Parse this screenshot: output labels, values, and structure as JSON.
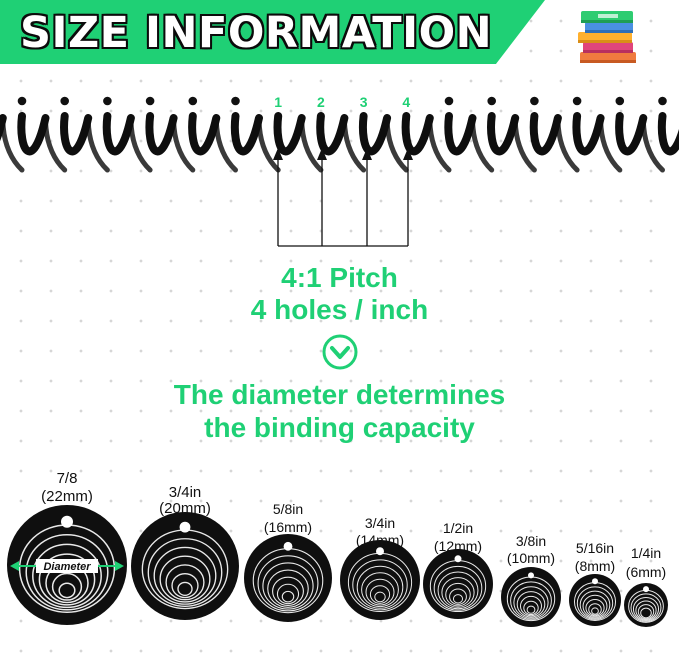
{
  "header": {
    "title": "SIZE INFORMATION",
    "accent_color": "#1fd075",
    "logo_icon": "books-stack-icon"
  },
  "coil": {
    "hole_numbers": [
      "1",
      "2",
      "3",
      "4"
    ]
  },
  "pitch": {
    "line1": "4:1 Pitch",
    "line2": "4 holes / inch",
    "icon": "chevron-down-circle-icon"
  },
  "capacity": {
    "line1": "The diameter determines",
    "line2": "the binding capacity"
  },
  "sizes": [
    {
      "inch": "7/8",
      "mm": "(22mm)"
    },
    {
      "inch": "3/4in",
      "mm": "(20mm)"
    },
    {
      "inch": "5/8in",
      "mm": "(16mm)"
    },
    {
      "inch": "3/4in",
      "mm": "(14mm)"
    },
    {
      "inch": "1/2in",
      "mm": "(12mm)"
    },
    {
      "inch": "3/8in",
      "mm": "(10mm)"
    },
    {
      "inch": "5/16in",
      "mm": "(8mm)"
    },
    {
      "inch": "1/4in",
      "mm": "(6mm)"
    }
  ],
  "diameter_label": "Diameter"
}
